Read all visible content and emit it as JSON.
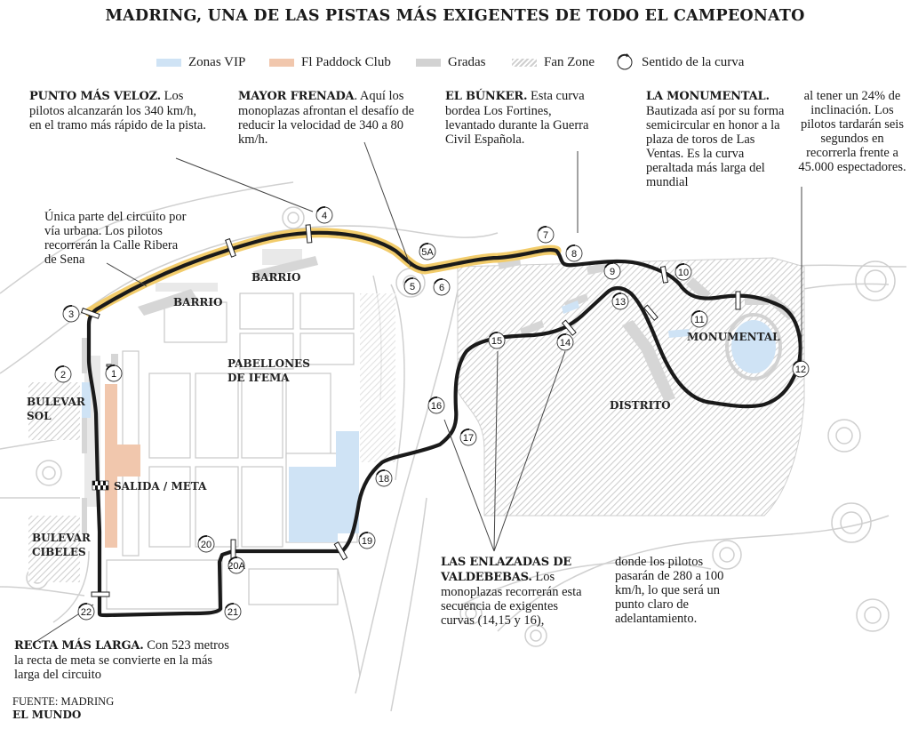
{
  "title": "MADRING, UNA DE LAS PISTAS MÁS EXIGENTES DE TODO EL CAMPEONATO",
  "legend": {
    "vip": "Zonas VIP",
    "paddock": "Fl Paddock Club",
    "gradas": "Gradas",
    "fanzone": "Fan Zone",
    "sentido": "Sentido de la curva"
  },
  "annotations": {
    "veloz_h": "PUNTO MÁS VELOZ.",
    "veloz_t": "Los pilotos alcanzarán los 340 km/h, en el tramo más rápido de la pista.",
    "frenada_h": "MAYOR FRENADA",
    "frenada_t": ". Aquí los monoplazas afrontan el desafío de reducir la velocidad de 340 a 80 km/h.",
    "bunker_h": "EL BÚNKER.",
    "bunker_t": "Esta curva bordea Los Fortines, levantado durante la Guerra Civil Española.",
    "monumental_h": "LA MONUMENTAL.",
    "monumental_t": "Bautizada así por su forma semicircular en honor a la plaza de toros de Las Ventas. Es la curva peraltada más larga del mundial",
    "monumental_t2": "al tener un 24% de inclinación. Los pilotos tardarán seis segundos en recorrerla frente a 45.000 espectadores.",
    "urbana_t": "Única parte del circuito por vía urbana. Los pilotos recorrerán la Calle Ribera de Sena",
    "enlazadas_h": "LAS ENLAZADAS DE VALDEBEBAS.",
    "enlazadas_t": "Los monoplazas recorrerán esta secuencia de exigentes curvas  (14,15 y 16),",
    "enlazadas_t2": "donde los pilotos pasarán de 280 a 100 km/h, lo que será un punto claro de adelantamiento.",
    "recta_h": "RECTA MÁS LARGA.",
    "recta_t": "Con 523 metros la recta de meta se convierte en la más larga del circuito"
  },
  "map_labels": {
    "barrio1": "BARRIO",
    "barrio2": "BARRIO",
    "pabellones1": "PABELLONES",
    "pabellones2": "DE IFEMA",
    "bulevar_sol1": "BULEVAR",
    "bulevar_sol2": "SOL",
    "bulevar_cib1": "BULEVAR",
    "bulevar_cib2": "CIBELES",
    "salida": "SALIDA / META",
    "distrito": "DISTRITO",
    "monumental": "MONUMENTAL"
  },
  "turns": [
    {
      "label": "1"
    },
    {
      "label": "2"
    },
    {
      "label": "3"
    },
    {
      "label": "4"
    },
    {
      "label": "5A"
    },
    {
      "label": "5"
    },
    {
      "label": "6"
    },
    {
      "label": "7"
    },
    {
      "label": "8"
    },
    {
      "label": "9"
    },
    {
      "label": "10"
    },
    {
      "label": "11"
    },
    {
      "label": "12"
    },
    {
      "label": "13"
    },
    {
      "label": "14"
    },
    {
      "label": "15"
    },
    {
      "label": "16"
    },
    {
      "label": "17"
    },
    {
      "label": "18"
    },
    {
      "label": "19"
    },
    {
      "label": "20"
    },
    {
      "label": "20A"
    },
    {
      "label": "21"
    },
    {
      "label": "22"
    }
  ],
  "source": {
    "line1": "FUENTE: MADRING",
    "line2": "EL MUNDO"
  },
  "colors": {
    "track": "#1a1a1a",
    "urban_highlight": "#f2cc6b",
    "vip": "#cfe3f5",
    "paddock": "#f1c7ad",
    "gradas": "#d2d2d2",
    "roads": "#c9c9c9"
  }
}
